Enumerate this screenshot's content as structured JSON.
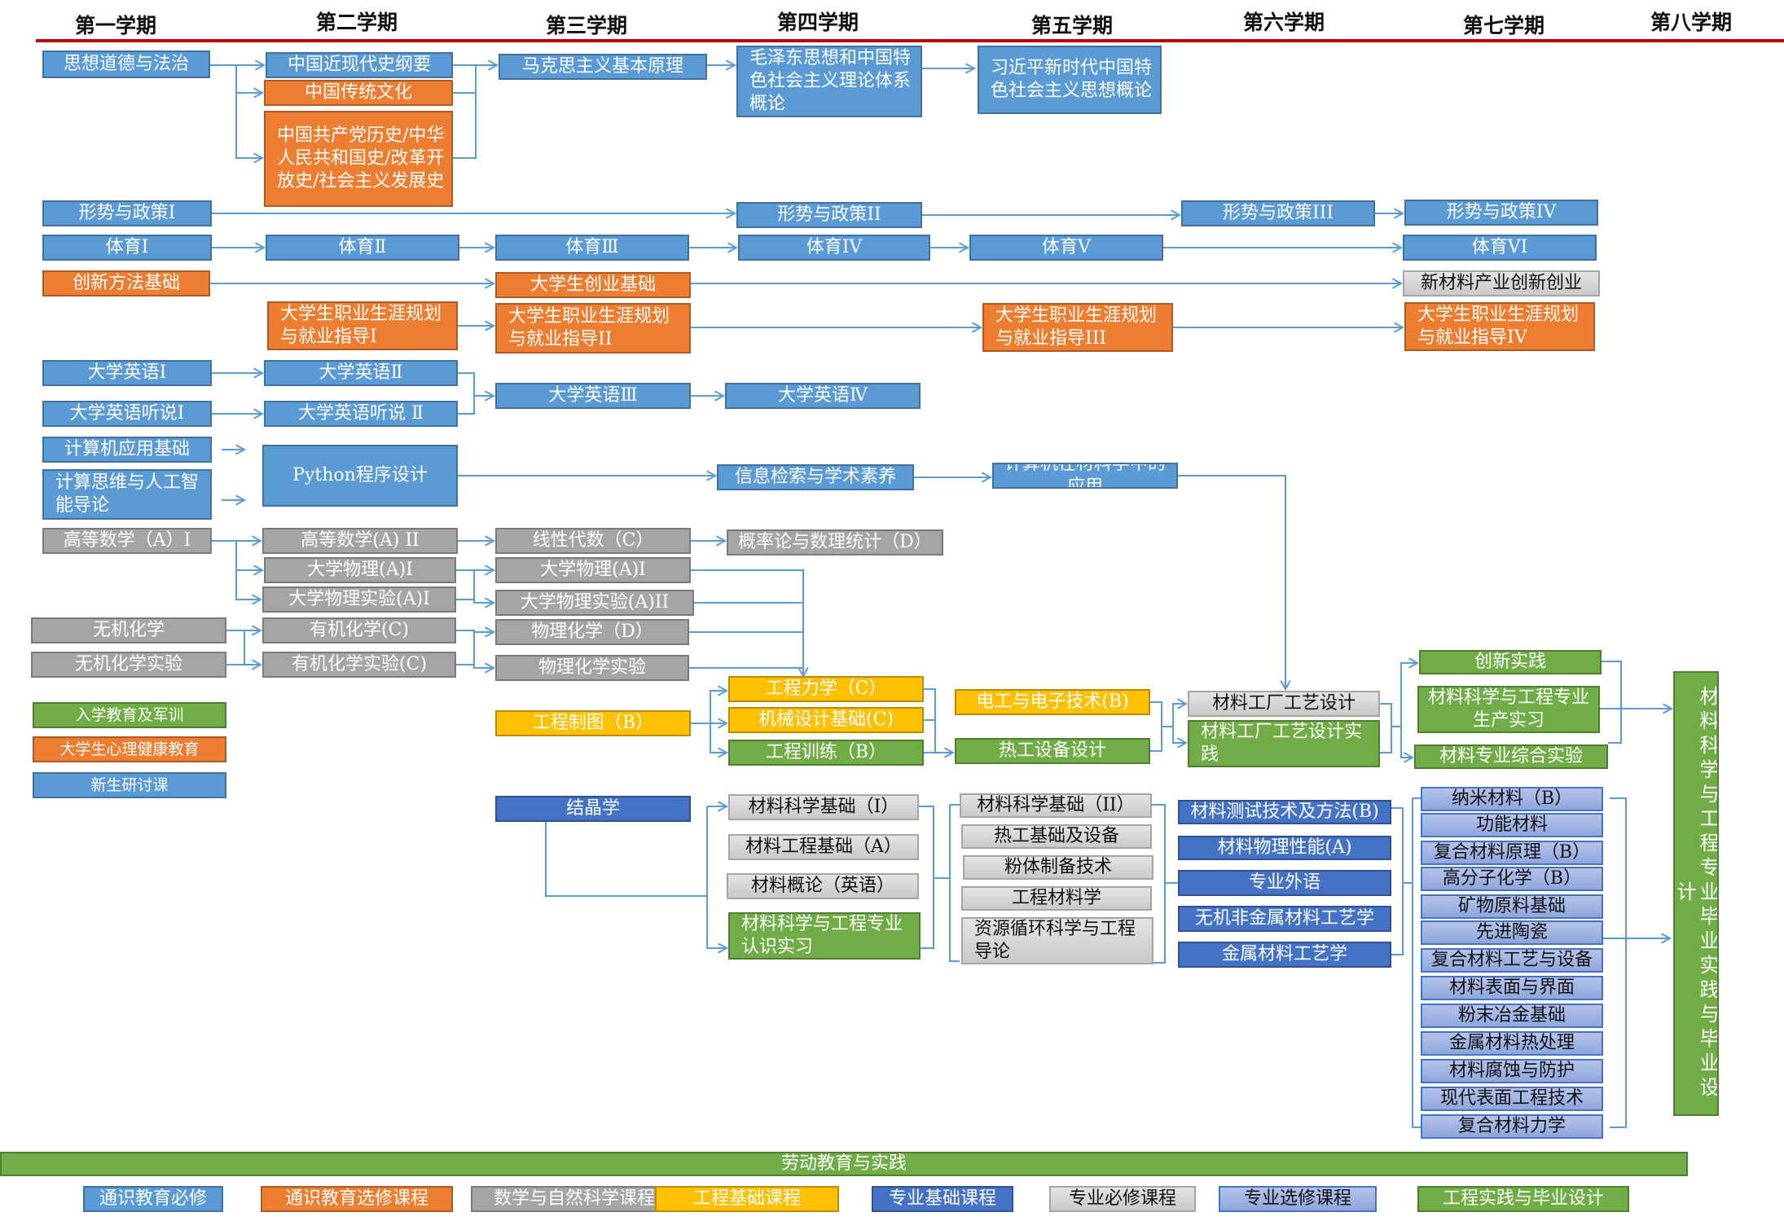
{
  "semesters": [
    "第一学期",
    "第二学期",
    "第三学期",
    "第四学期",
    "第五学期",
    "第六学期",
    "第七学期",
    "第八学期"
  ],
  "courses": {
    "sxdd": "思想道德与法治",
    "zgjxd": "中国近现代史纲要",
    "zgct": "中国传统文化",
    "zgcd": "中国共产党历史/中华人民共和国史/改革开放史/社会主义发展史",
    "mks": "马克思主义基本原理",
    "mzd": "毛泽东思想和中国特色社会主义理论体系概论",
    "xjp": "习近平新时代中国特色社会主义思想概论",
    "xs1": "形势与政策Ⅰ",
    "xs2": "形势与政策II",
    "xs3": "形势与政策III",
    "xs4": "形势与政策IV",
    "ty1": "体育Ⅰ",
    "ty2": "体育Ⅱ",
    "ty3": "体育Ⅲ",
    "ty4": "体育IV",
    "ty5": "体育V",
    "ty6": "体育VI",
    "cxff": "创新方法基础",
    "dxscy": "大学生创业基础",
    "xclcy": "新材料产业创新创业",
    "zy1": "大学生职业生涯规划与就业指导Ⅰ",
    "zy2": "大学生职业生涯规划与就业指导II",
    "zy3": "大学生职业生涯规划与就业指导III",
    "zy4": "大学生职业生涯规划与就业指导IV",
    "yy1": "大学英语Ⅰ",
    "yy2": "大学英语Ⅱ",
    "yy3": "大学英语Ⅲ",
    "yy4": "大学英语Ⅳ",
    "ts1": "大学英语听说I",
    "ts2": "大学英语听说 Ⅱ",
    "jsj": "计算机应用基础",
    "jssw": "计算思维与人工智能导论",
    "py": "Python程序设计",
    "xxjs": "信息检索与学术素养",
    "jsjcl": "计算机在材料学中的应用",
    "gs1": "高等数学（A）Ⅰ",
    "gs2": "高等数学(A) II",
    "xxds": "线性代数（C）",
    "gll": "概率论与数理统计（D）",
    "wl1": "大学物理(A)Ⅰ",
    "wlsy1": "大学物理实验(A)Ⅰ",
    "wl2": "大学物理(A)Ⅰ",
    "wlsy2": "大学物理实验(A)II",
    "wjhx": "无机化学",
    "wjsy": "无机化学实验",
    "yjhx": "有机化学(C)",
    "yjsy": "有机化学实验(C)",
    "wlhx": "物理化学（D）",
    "wlhxsy": "物理化学实验",
    "gclx": "工程力学（C）",
    "jxsj": "机械设计基础(C)",
    "gcxl": "工程训练（B）",
    "gczt": "工程制图（B）",
    "dgdz": "电工与电子技术(B)",
    "rgsb": "热工设备设计",
    "clgc": "材料工厂工艺设计",
    "clgcsj": "材料工厂工艺设计实践",
    "cxsj": "创新实践",
    "scsx": "材料科学与工程专业生产实习",
    "zhsy": "材料专业综合实验",
    "bysj": "材料科学与工程专业毕业实践与毕业设计",
    "jjx": "结晶学",
    "kxjc1": "材料科学基础（I）",
    "gcjc": "材料工程基础（A）",
    "clgl": "材料概论（英语）",
    "rssx": "材料科学与工程专业认识实习",
    "kxjc2": "材料科学基础（II）",
    "rgjc": "热工基础及设备",
    "ftzb": "粉体制备技术",
    "gccl": "工程材料学",
    "zyxh": "资源循环科学与工程导论",
    "csjs": "材料测试技术及方法(B)",
    "wlxn": "材料物理性能(A)",
    "zywy": "专业外语",
    "wjfjs": "无机非金属材料工艺学",
    "jscl": "金属材料工艺学",
    "electives": [
      "纳米材料（B）",
      "功能材料",
      "复合材料原理（B）",
      "高分子化学（B）",
      "矿物原料基础",
      "先进陶瓷",
      "复合材料工艺与设备",
      "材料表面与界面",
      "粉末冶金基础",
      "金属材料热处理",
      "材料腐蚀与防护",
      "现代表面工程技术",
      "复合材料力学"
    ],
    "rxjy": "入学教育及军训",
    "xljk": "大学生心理健康教育",
    "xsyt": "新生研讨课",
    "ldjy": "劳动教育与实践"
  },
  "legend": [
    {
      "label": "通识教育必修",
      "color": "#5b9bd5"
    },
    {
      "label": "通识教育选修课程",
      "color": "#ed7d31"
    },
    {
      "label": "数学与自然科学课程",
      "color": "#a5a5a5"
    },
    {
      "label": "工程基础课程",
      "color": "#ffc000"
    },
    {
      "label": "专业基础课程",
      "color": "#4472c4"
    },
    {
      "label": "专业必修课程",
      "color": "#d9d9d9"
    },
    {
      "label": "专业选修课程",
      "color": "#9fb2e0"
    },
    {
      "label": "工程实践与毕业设计",
      "color": "#70ad47"
    }
  ],
  "rule_color": "#c00000"
}
